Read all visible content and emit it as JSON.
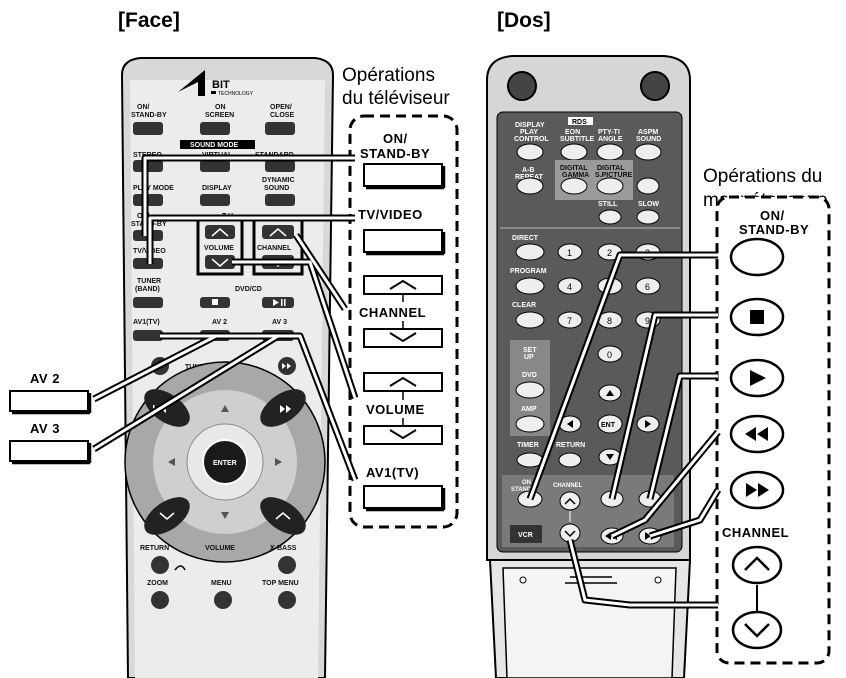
{
  "headers": {
    "front": "[Face]",
    "back": "[Dos]"
  },
  "captions": {
    "tv_ops_line1": "Opérations",
    "tv_ops_line2": "du téléviseur",
    "vcr_ops_line1": "Opérations du",
    "vcr_ops_line2": "magnétoscope"
  },
  "tv_buttons": {
    "on_line1": "ON/",
    "on_line2": "STAND-BY",
    "tv_video": "TV/VIDEO",
    "channel": "CHANNEL",
    "volume": "VOLUME",
    "av1": "AV1(TV)"
  },
  "left_buttons": {
    "av2": "AV 2",
    "av3": "AV 3"
  },
  "vcr_buttons": {
    "on_line1": "ON/",
    "on_line2": "STAND-BY",
    "channel": "CHANNEL"
  },
  "front_remote": {
    "logo": "BIT",
    "logo_sub": "TECHNOLOGY",
    "row1": [
      "ON/",
      "STAND-BY",
      "ON",
      "SCREEN",
      "OPEN/",
      "CLOSE"
    ],
    "sound_mode": "SOUND MODE",
    "row2": [
      "STEREO",
      "VIRTUAL",
      "STANDARD"
    ],
    "row3": [
      "PLAY MODE",
      "DISPLAY",
      "DYNAMIC",
      "SOUND"
    ],
    "on_small": [
      "ON/",
      "STAND-BY"
    ],
    "tv": "T V",
    "tv_video": "TV/VIDEO",
    "volume": "VOLUME",
    "channel": "CHANNEL",
    "tuner": [
      "TUNER",
      "(BAND)"
    ],
    "dvd_cd": "DVD/CD",
    "av_row": [
      "AV1(TV)",
      "AV 2",
      "AV 3"
    ],
    "tuner_preset": "TUNER PRESET",
    "enter": "ENTER",
    "return": "RETURN",
    "volume2": "VOLUME",
    "xbass": "X-BASS",
    "zoom": "ZOOM",
    "menu": "MENU",
    "top_menu": "TOP MENU"
  },
  "back_remote": {
    "display_play_control": [
      "DISPLAY",
      "PLAY",
      "CONTROL"
    ],
    "rds": "RDS",
    "eon_subtitle": [
      "EON",
      "SUBTITLE"
    ],
    "pty_angle": [
      "PTY-TI",
      "ANGLE"
    ],
    "aspm_sound": [
      "ASPM",
      "SOUND"
    ],
    "ab_repeat": [
      "A-B",
      "REPEAT"
    ],
    "digital_gamma": [
      "DIGITAL",
      "GAMMA"
    ],
    "digital_picture": [
      "DIGITAL",
      "S.PICTURE"
    ],
    "still": "STILL",
    "slow": "SLOW",
    "direct": "DIRECT",
    "program": "PROGRAM",
    "clear": "CLEAR",
    "setup": [
      "SET",
      "UP"
    ],
    "dvd": "DVD",
    "amp": "AMP",
    "timer": "TIMER",
    "return": "RETURN",
    "ent": "ENT",
    "on": [
      "ON",
      "STAND"
    ],
    "channel": "CHANNEL",
    "vcr": "VCR",
    "digits": [
      "1",
      "2",
      "3",
      "4",
      "5",
      "6",
      "7",
      "8",
      "9",
      "0"
    ]
  }
}
